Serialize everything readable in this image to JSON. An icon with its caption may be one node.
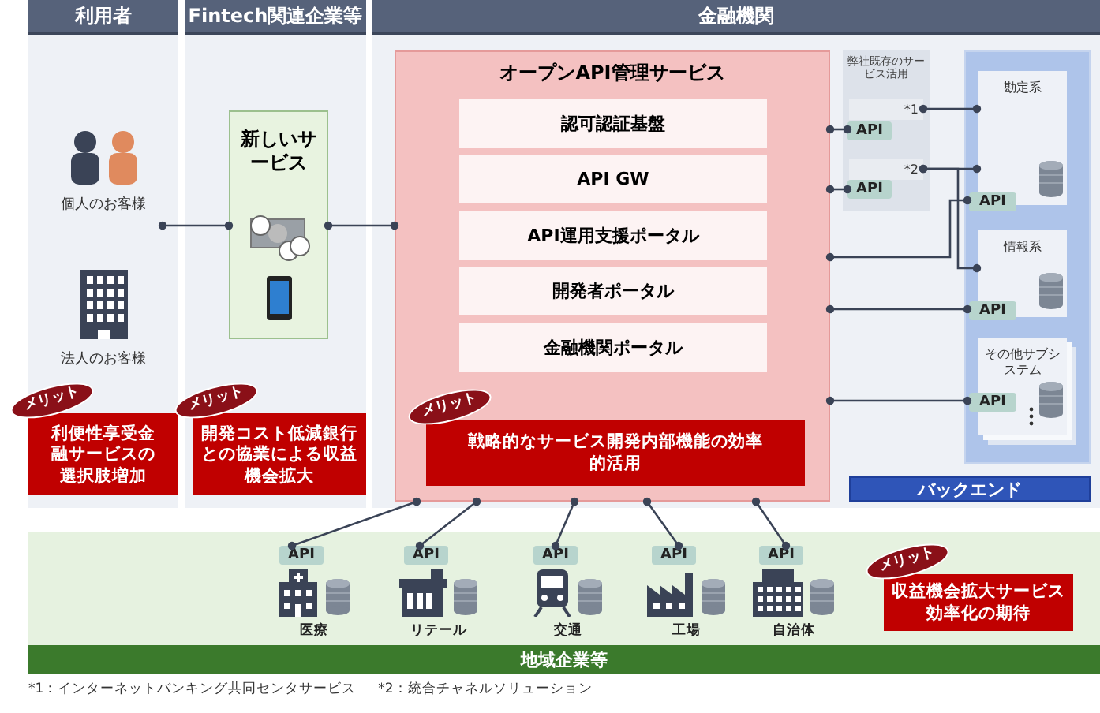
{
  "diagram": {
    "nodes": [
      {
        "text": [
          "利用者"
        ]
      },
      {
        "text": [
          "Fintech関連企業等"
        ]
      },
      {
        "text": [
          "金融機関"
        ]
      },
      {
        "text": [
          "個人のお客様"
        ]
      },
      {
        "text": [
          "法人のお客様"
        ]
      },
      {
        "text": [
          "新しいサービス"
        ]
      },
      {
        "text": [
          "オープンAPI管理サービス"
        ]
      },
      {
        "text": [
          "認可認証基盤"
        ],
        "in": 6
      },
      {
        "text": [
          "API GW"
        ],
        "in": 6
      },
      {
        "text": [
          "API運用支援ポータル"
        ],
        "in": 6
      },
      {
        "text": [
          "開発者ポータル"
        ],
        "in": 6
      },
      {
        "text": [
          "金融機関ポータル"
        ],
        "in": 6
      },
      {
        "text": [
          "メリット",
          "戦略的なサービス開発内部機能の効率的活用"
        ],
        "in": 6
      },
      {
        "text": [
          "メリット",
          "利便性享受金融サービスの選択肢増加"
        ]
      },
      {
        "text": [
          "メリット",
          "開発コスト低減銀行との協業による収益機会拡大"
        ]
      },
      {
        "text": [
          "弊社既存のサービス活用"
        ]
      },
      {
        "text": [
          "*1"
        ],
        "in": 15
      },
      {
        "text": [
          "API"
        ],
        "in": 15
      },
      {
        "text": [
          "*2"
        ],
        "in": 15
      },
      {
        "text": [
          "API"
        ],
        "in": 15
      },
      {
        "text": [],
        "shape": "box"
      },
      {
        "text": [
          "勘定系"
        ],
        "in": 20
      },
      {
        "text": [
          "API"
        ],
        "in": 20
      },
      {
        "text": [
          "情報系"
        ],
        "in": 20
      },
      {
        "text": [
          "API"
        ],
        "in": 20
      },
      {
        "text": [
          "その他サブシステム"
        ],
        "in": 20
      },
      {
        "text": [
          "API"
        ],
        "in": 20
      },
      {
        "text": [
          "バックエンド"
        ]
      },
      {
        "text": [
          "地域企業等"
        ]
      },
      {
        "text": [
          "API"
        ]
      },
      {
        "text": [
          "API"
        ]
      },
      {
        "text": [
          "API"
        ]
      },
      {
        "text": [
          "API"
        ]
      },
      {
        "text": [
          "API"
        ]
      },
      {
        "text": [
          "医療"
        ]
      },
      {
        "text": [
          "リテール"
        ]
      },
      {
        "text": [
          "交通"
        ]
      },
      {
        "text": [
          "工場"
        ]
      },
      {
        "text": [
          "自治体"
        ]
      },
      {
        "text": [
          "メリット",
          "収益機会拡大サービス効率化の期待"
        ]
      }
    ],
    "edges": [
      {
        "from": 3,
        "to": 5,
        "arrow": "other"
      },
      {
        "from": 5,
        "to": 6,
        "arrow": "other"
      },
      {
        "from": 6,
        "to": 17,
        "arrow": "other"
      },
      {
        "from": 6,
        "to": 19,
        "arrow": "other"
      },
      {
        "from": 6,
        "to": 22,
        "arrow": "other"
      },
      {
        "from": 6,
        "to": 24,
        "arrow": "other"
      },
      {
        "from": 6,
        "to": 26,
        "arrow": "other"
      },
      {
        "from": 16,
        "to": 21,
        "arrow": "other"
      },
      {
        "from": 18,
        "to": 21,
        "arrow": "other"
      },
      {
        "from": 18,
        "to": 23,
        "arrow": "other"
      },
      {
        "from": 6,
        "to": 29,
        "arrow": "other"
      },
      {
        "from": 6,
        "to": 30,
        "arrow": "other"
      },
      {
        "from": 6,
        "to": 31,
        "arrow": "other"
      },
      {
        "from": 6,
        "to": 32,
        "arrow": "other"
      },
      {
        "from": 6,
        "to": 33,
        "arrow": "other"
      }
    ],
    "labels": [
      "*1：インターネットバンキング共同センタサービス",
      "*2：統合チャネルソリューション"
    ]
  }
}
